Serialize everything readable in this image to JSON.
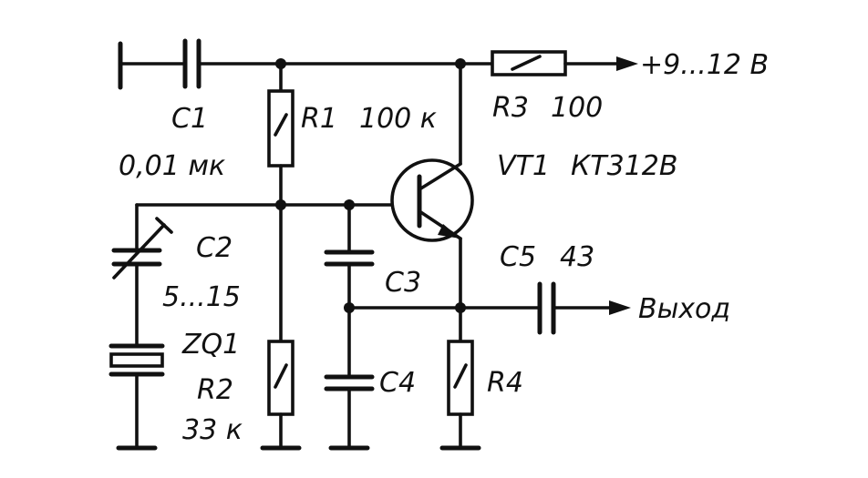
{
  "labels": {
    "c1_name": "C1",
    "c1_value": "0,01 мк",
    "r1_name": "R1",
    "r1_value": "100 к",
    "r3_name": "R3",
    "r3_value": "100",
    "supply": "+9...12 В",
    "vt1_name": "VT1",
    "vt1_type": "КТ312В",
    "c2_name": "C2",
    "c2_value": "5...15",
    "zq1_name": "ZQ1",
    "c3_name": "C3",
    "c5_name": "C5",
    "c5_value": "43",
    "output": "Выход",
    "r2_name": "R2",
    "r2_value": "33 к",
    "c4_name": "C4",
    "r4_name": "R4"
  }
}
